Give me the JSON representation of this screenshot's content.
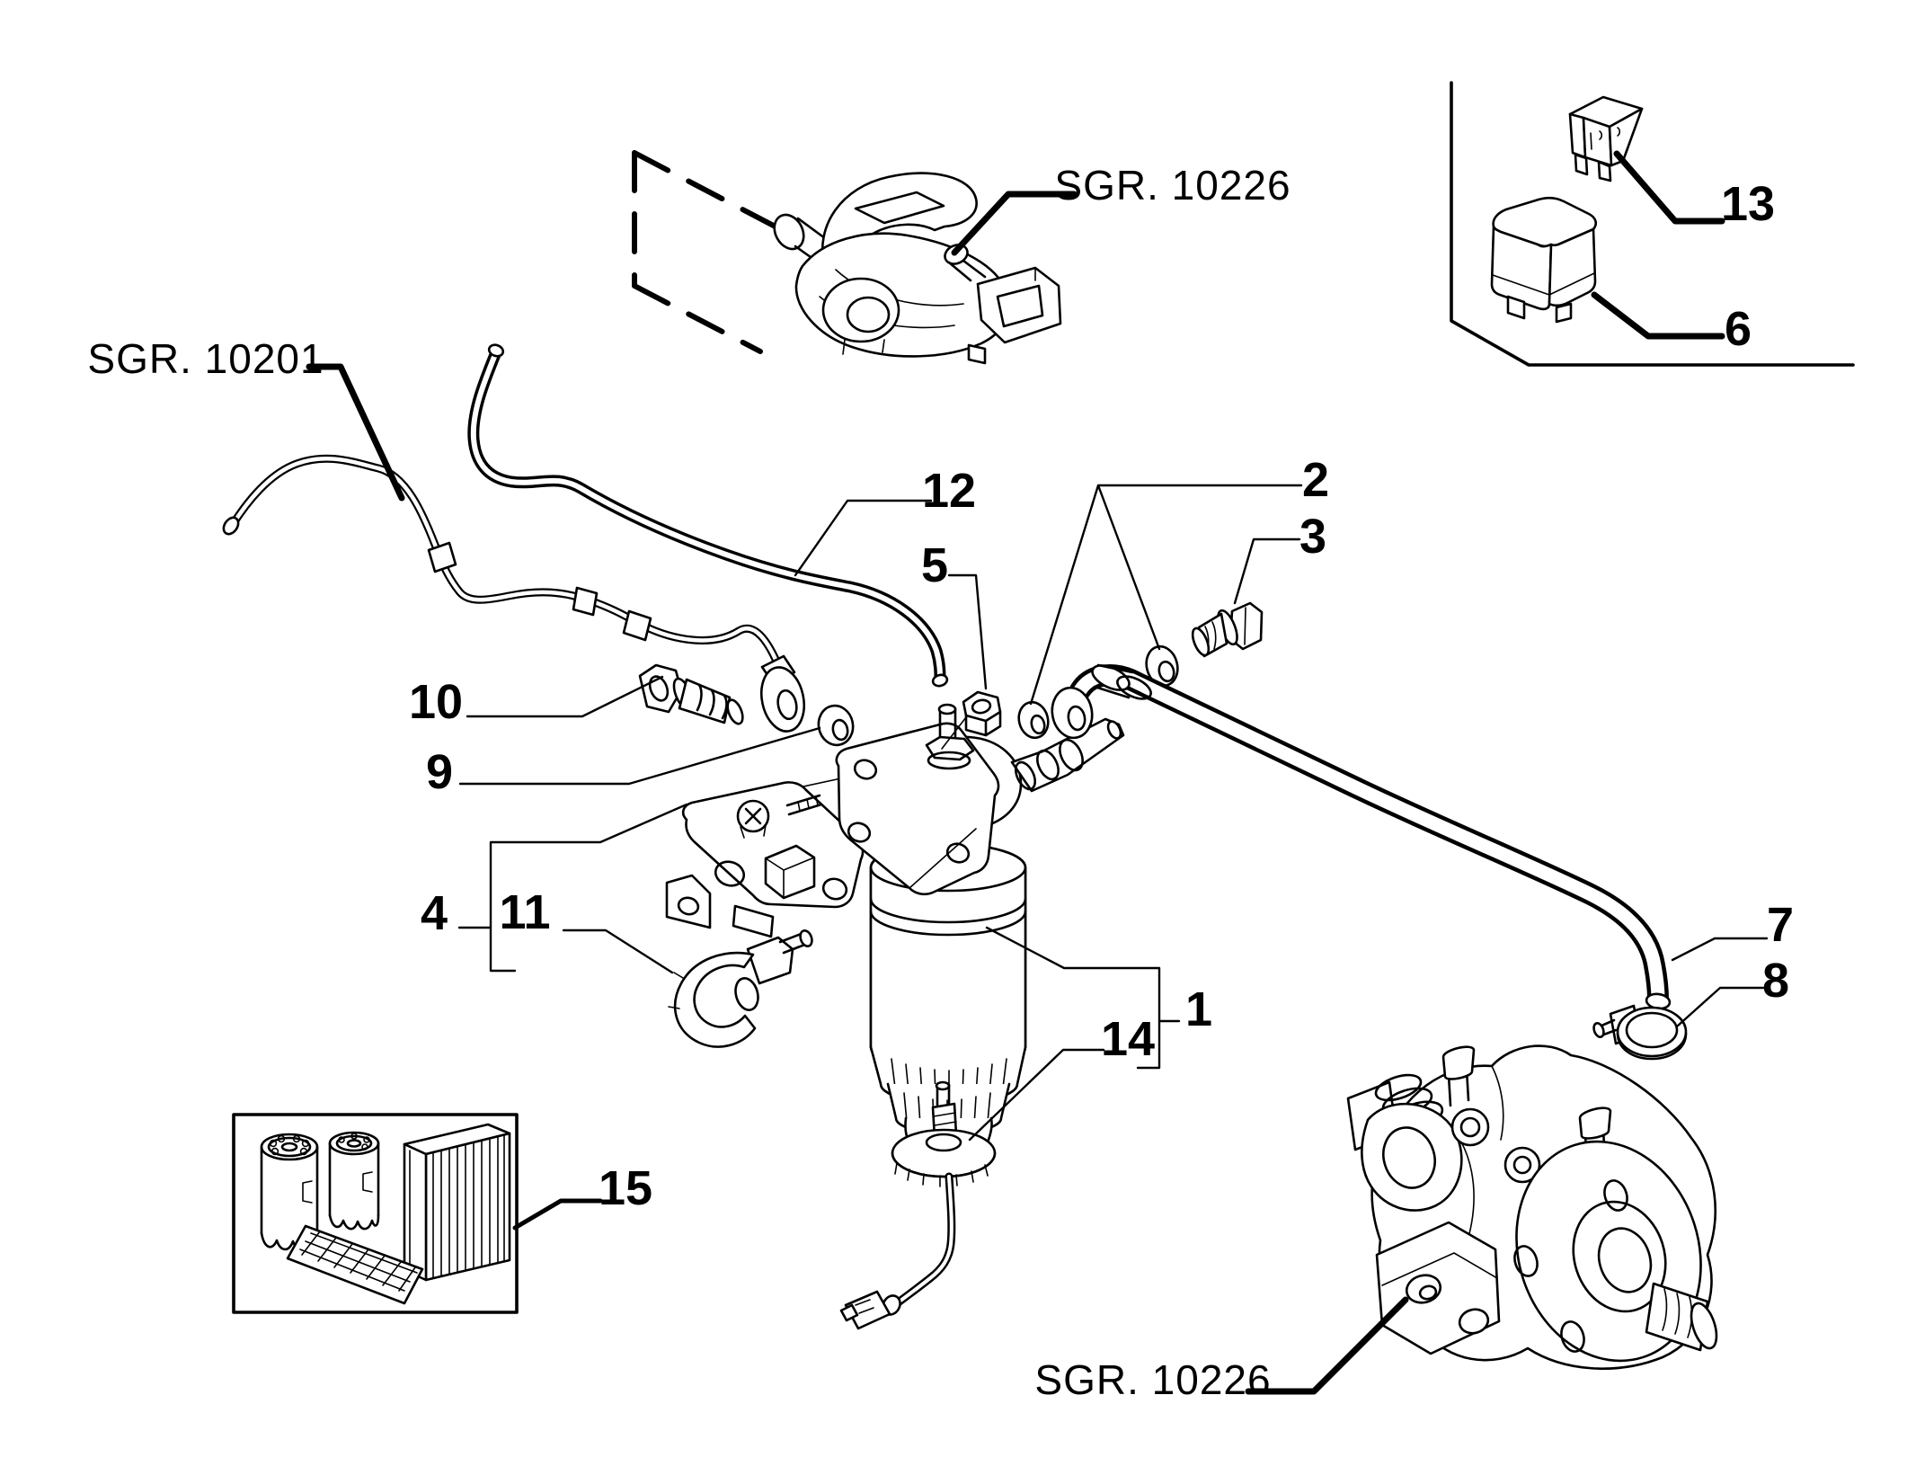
{
  "figure": {
    "type": "exploded-parts-diagram",
    "subject": "Fuel supply system: fuel filter, pipes, fittings, relay, fuse and injection pump",
    "background_color": "#ffffff",
    "line_color": "#000000"
  },
  "callouts": {
    "c1": "1",
    "c2": "2",
    "c3": "3",
    "c4": "4",
    "c5": "5",
    "c6": "6",
    "c7": "7",
    "c8": "8",
    "c9": "9",
    "c10": "10",
    "c11": "11",
    "c12": "12",
    "c13": "13",
    "c14": "14",
    "c15": "15"
  },
  "references": {
    "top": "SGR. 10226",
    "left": "SGR. 10201",
    "bottom": "SGR. 10226"
  }
}
